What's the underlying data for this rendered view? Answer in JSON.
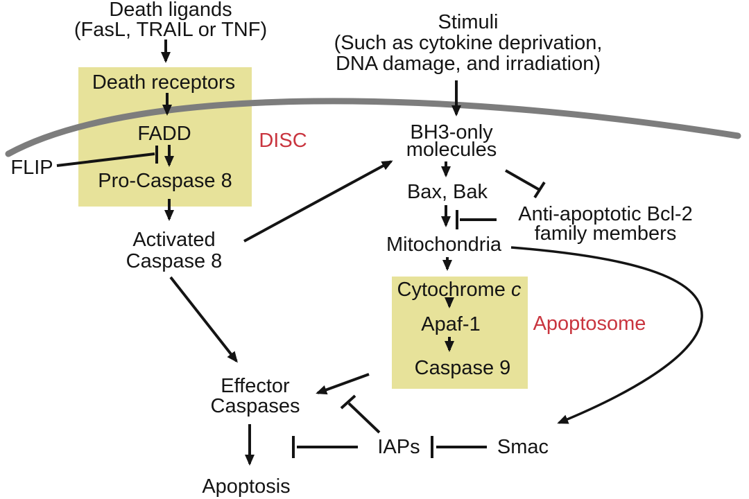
{
  "figure": {
    "type": "apoptosis-signaling-pathway-diagram",
    "colors": {
      "complex_box": "#e7e29a",
      "complex_label": "#c9353f",
      "membrane": "#7d7d7d",
      "text": "#141414",
      "arrow": "#141414"
    },
    "nodes": {
      "death_ligands": {
        "line1": "Death ligands",
        "line2": "(FasL, TRAIL or TNF)"
      },
      "stimuli": {
        "line1": "Stimuli",
        "line2": "(Such as cytokine deprivation,",
        "line3": "DNA damage, and irradiation)"
      },
      "death_receptors": {
        "label": "Death receptors"
      },
      "fadd": {
        "label": "FADD"
      },
      "flip": {
        "label": "FLIP"
      },
      "pro_caspase_8": {
        "label": "Pro-Caspase 8"
      },
      "disc": {
        "label": "DISC"
      },
      "activated_caspase_8": {
        "line1": "Activated",
        "line2": "Caspase 8"
      },
      "bh3_only": {
        "line1": "BH3-only",
        "line2": "molecules"
      },
      "bax_bak": {
        "label": "Bax, Bak"
      },
      "anti_apoptotic_bcl2": {
        "line1": "Anti-apoptotic Bcl-2",
        "line2": "family members"
      },
      "mitochondria": {
        "label": "Mitochondria"
      },
      "cytochrome_c": {
        "word": "Cytochrome",
        "italic": "c"
      },
      "apaf_1": {
        "label": "Apaf-1"
      },
      "apoptosome": {
        "label": "Apoptosome"
      },
      "caspase_9": {
        "label": "Caspase 9"
      },
      "effector_caspases": {
        "line1": "Effector",
        "line2": "Caspases"
      },
      "iaps": {
        "label": "IAPs"
      },
      "smac": {
        "label": "Smac"
      },
      "apoptosis": {
        "label": "Apoptosis"
      }
    }
  }
}
